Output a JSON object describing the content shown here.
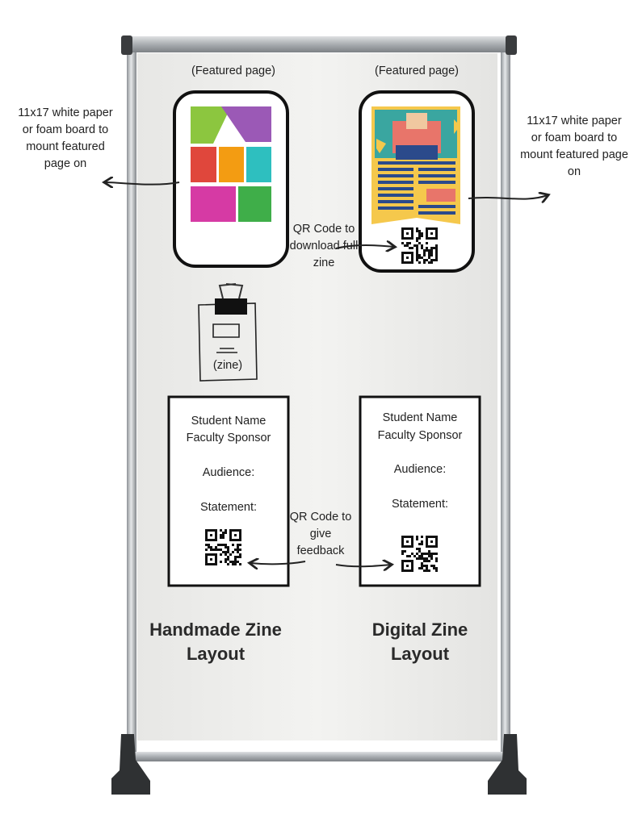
{
  "left_featured_label": "(Featured page)",
  "right_featured_label": "(Featured page)",
  "left_mount_note": "11x17 white paper or foam board to mount featured page on",
  "right_mount_note": "11x17 white paper or foam board to mount featured page on",
  "download_note": "QR Code to download full zine",
  "zine_label": "(zine)",
  "feedback_note": "QR Code to give feedback",
  "left_card": {
    "student_name": "Student Name",
    "faculty_sponsor": "Faculty Sponsor",
    "audience": "Audience:",
    "statement": "Statement:"
  },
  "right_card": {
    "student_name": "Student Name",
    "faculty_sponsor": "Faculty Sponsor",
    "audience": "Audience:",
    "statement": "Statement:"
  },
  "left_title": "Handmade Zine Layout",
  "right_title": "Digital Zine Layout",
  "colors": {
    "banner": "#efefed",
    "pole": "#b9bcbf",
    "base": "#2f3133",
    "panel_green": "#8cc63f",
    "panel_purple": "#9b59b6",
    "panel_red": "#e0473c",
    "panel_orange": "#f39c12",
    "panel_teal": "#2ebfbf",
    "panel_magenta": "#d63aa4",
    "panel_green2": "#3fae49",
    "mag_navy": "#2b4a8b",
    "mag_yellow": "#f5c84c",
    "mag_salmon": "#e8756a",
    "mag_teal": "#3aa6a0"
  }
}
